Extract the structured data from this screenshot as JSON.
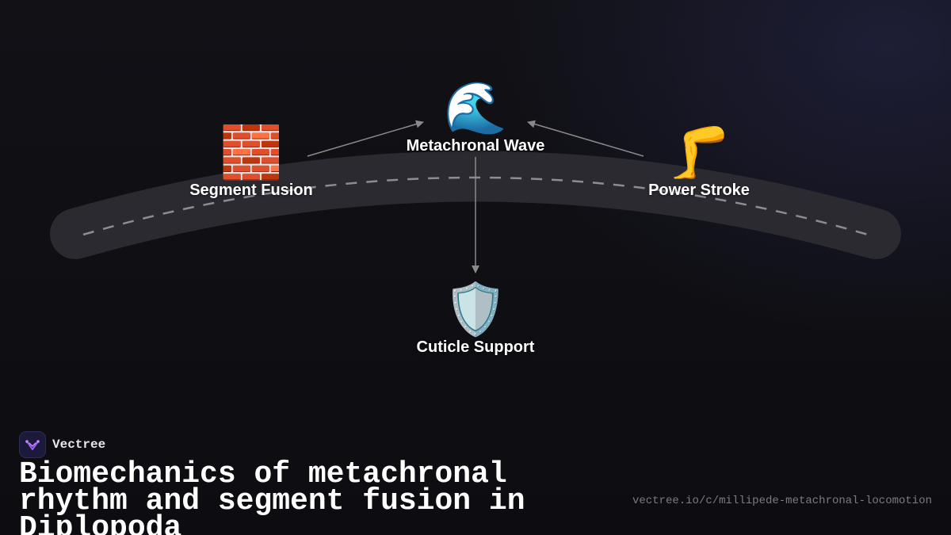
{
  "diagram": {
    "nodes": [
      {
        "id": "metachronal-wave",
        "icon": "wave-icon",
        "emoji": "🌊",
        "label": "Metachronal Wave"
      },
      {
        "id": "segment-fusion",
        "icon": "brick-icon",
        "emoji": "🧱",
        "label": "Segment Fusion"
      },
      {
        "id": "power-stroke",
        "icon": "leg-icon",
        "emoji": "🦵",
        "label": "Power Stroke"
      },
      {
        "id": "cuticle-support",
        "icon": "shield-icon",
        "emoji": "🛡️",
        "label": "Cuticle Support"
      }
    ],
    "edges": [
      {
        "from": "segment-fusion",
        "to": "metachronal-wave"
      },
      {
        "from": "power-stroke",
        "to": "metachronal-wave"
      },
      {
        "from": "metachronal-wave",
        "to": "cuticle-support"
      }
    ],
    "colors": {
      "band": "#2a2a30",
      "dashes": "#8c8c94",
      "arrows": "#8a8a8a"
    }
  },
  "brand": {
    "name": "Vectree",
    "logo_icon": "vectree-logo-icon",
    "accent": "#9b5cf0"
  },
  "title": "Biomechanics of metachronal rhythm and segment fusion in Diplopoda",
  "url": "vectree.io/c/millipede-metachronal-locomotion"
}
